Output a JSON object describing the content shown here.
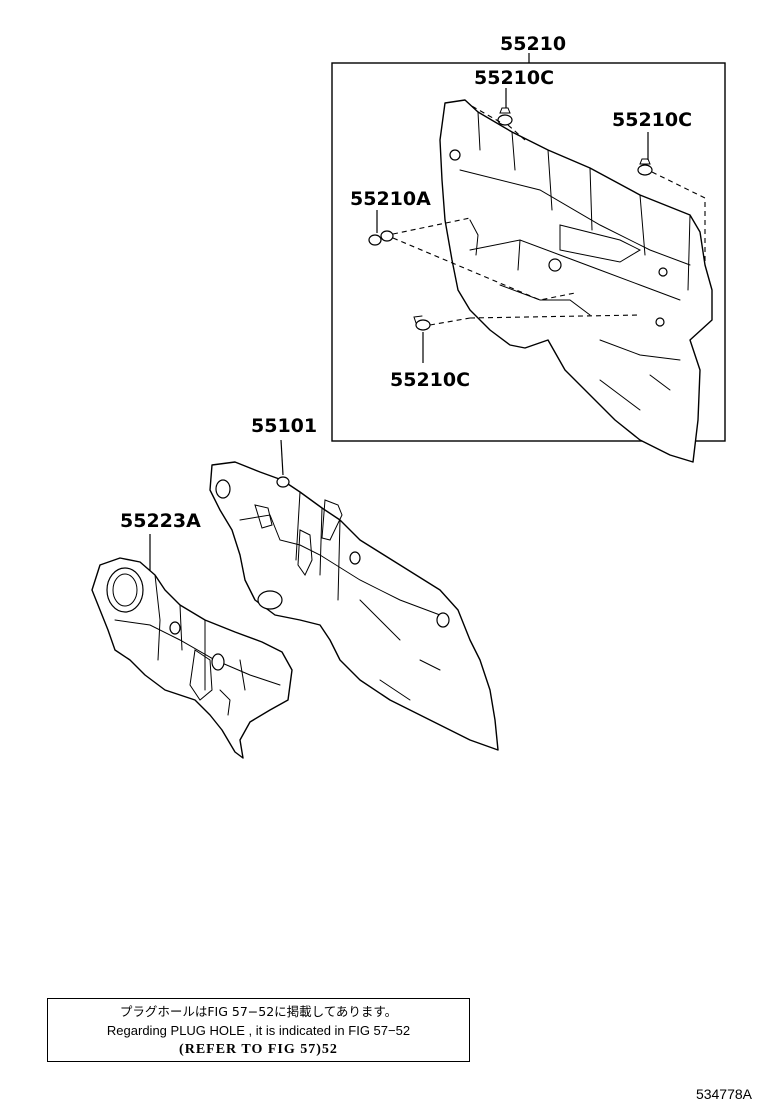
{
  "labels": {
    "inset_part": "55210",
    "clip_top": "55210C",
    "clip_right": "55210C",
    "clip_left": "55210A",
    "clip_bottom": "55210C",
    "panel_part": "55101",
    "left_part": "55223A"
  },
  "note": {
    "line_ja": "プラグホールはFIG 57−52に掲載してあります。",
    "line_en": "Regarding PLUG HOLE , it is indicated in FIG 57−52",
    "line_ref": "(REFER TO FIG 57)52"
  },
  "figure_code": "534778A"
}
